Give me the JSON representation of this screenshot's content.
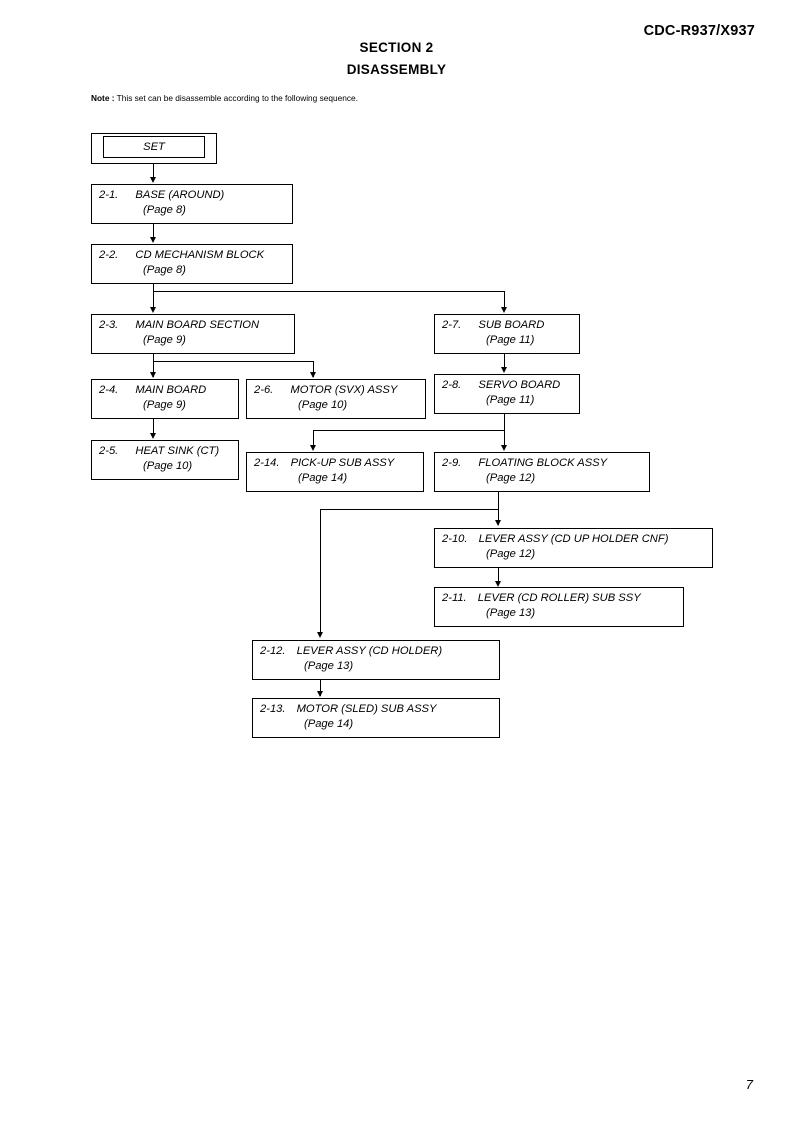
{
  "header": {
    "model_code": "CDC-R937/X937",
    "section_title": "SECTION 2",
    "section_subtitle": "DISASSEMBLY",
    "note_label": "Note :",
    "note_text": "This set can be disassemble according to the following sequence."
  },
  "footer": {
    "page_number": "7"
  },
  "flow": {
    "start": {
      "label": "SET"
    },
    "steps": [
      {
        "id": "2-1",
        "num": "2-1.",
        "title": "BASE (AROUND)",
        "page": "(Page 8)"
      },
      {
        "id": "2-2",
        "num": "2-2.",
        "title": "CD MECHANISM BLOCK",
        "page": "(Page 8)"
      },
      {
        "id": "2-3",
        "num": "2-3.",
        "title": "MAIN BOARD SECTION",
        "page": "(Page 9)"
      },
      {
        "id": "2-4",
        "num": "2-4.",
        "title": "MAIN BOARD",
        "page": "(Page 9)"
      },
      {
        "id": "2-5",
        "num": "2-5.",
        "title": "HEAT SINK (CT)",
        "page": "(Page 10)"
      },
      {
        "id": "2-6",
        "num": "2-6.",
        "title": "MOTOR (SVX) ASSY",
        "page": "(Page 10)"
      },
      {
        "id": "2-7",
        "num": "2-7.",
        "title": "SUB BOARD",
        "page": "(Page 11)"
      },
      {
        "id": "2-8",
        "num": "2-8.",
        "title": "SERVO BOARD",
        "page": "(Page 11)"
      },
      {
        "id": "2-9",
        "num": "2-9.",
        "title": "FLOATING BLOCK ASSY",
        "page": "(Page 12)"
      },
      {
        "id": "2-10",
        "num": "2-10.",
        "title": "LEVER ASSY (CD UP HOLDER CNF)",
        "page": "(Page 12)"
      },
      {
        "id": "2-11",
        "num": "2-11.",
        "title": "LEVER (CD ROLLER) SUB SSY",
        "page": "(Page 13)"
      },
      {
        "id": "2-12",
        "num": "2-12.",
        "title": "LEVER ASSY (CD HOLDER)",
        "page": "(Page 13)"
      },
      {
        "id": "2-13",
        "num": "2-13.",
        "title": "MOTOR (SLED) SUB ASSY",
        "page": "(Page 14)"
      },
      {
        "id": "2-14",
        "num": "2-14.",
        "title": "PICK-UP SUB ASSY",
        "page": "(Page 14)"
      }
    ]
  }
}
